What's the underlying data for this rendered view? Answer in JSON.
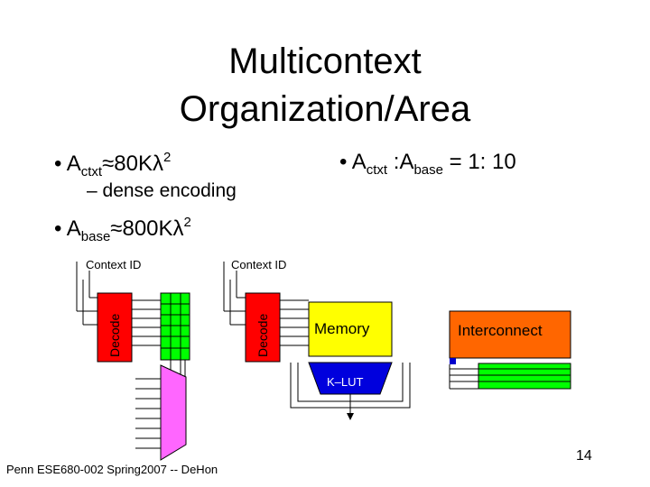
{
  "slide": {
    "title_line1": "Multicontext",
    "title_line2": "Organization/Area",
    "bullets": {
      "b1": {
        "dot": "•",
        "a": "A",
        "sub": "ctxt",
        "approx": "≈",
        "value": "80K",
        "lambda": "λ",
        "sup": "2"
      },
      "b2": {
        "text": "– dense encoding"
      },
      "b3": {
        "dot": "•",
        "a": "A",
        "sub": "base",
        "approx": "≈",
        "value": "800K",
        "lambda": "λ",
        "sup": "2"
      },
      "b4": {
        "dot": "•",
        "a1": "A",
        "sub1": "ctxt",
        "colon": " :A",
        "sub2": "base",
        "ratio": " = 1: 10"
      }
    },
    "footer": "Penn ESE680-002 Spring2007 -- DeHon",
    "page_number": "14"
  },
  "diagram": {
    "context_id_left": "Context ID",
    "context_id_right": "Context ID",
    "decode_left": "Decode",
    "decode_right": "Decode",
    "memory": "Memory",
    "klut": "K–LUT",
    "interconnect": "Interconnect"
  },
  "colors": {
    "decode_fill": "#ff0000",
    "green_fill": "#00ff00",
    "mux_fill": "#ff66ff",
    "memory_fill": "#ffff00",
    "klut_fill": "#0000dd",
    "interconnect_fill": "#ff6600",
    "blue_square": "#0000cc"
  }
}
